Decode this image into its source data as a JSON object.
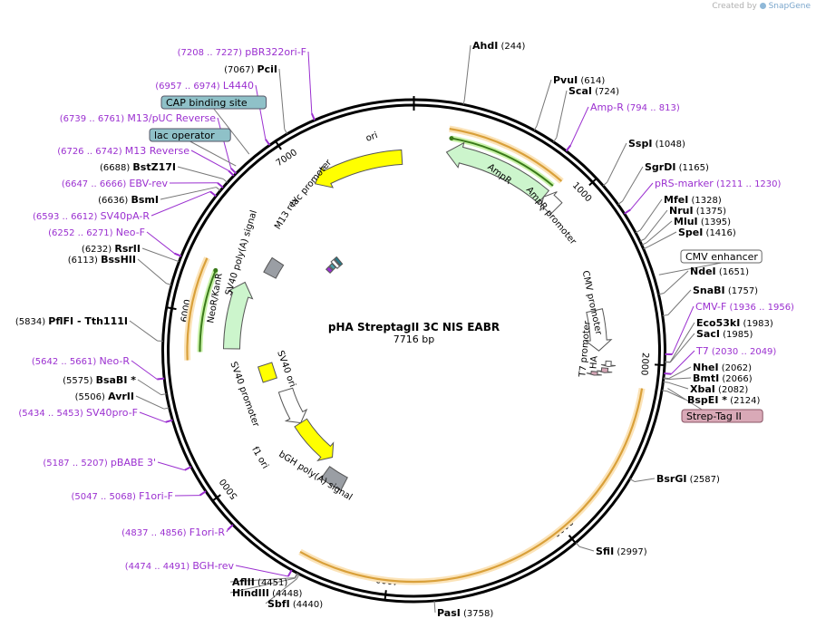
{
  "credit": "Created by",
  "brand": "SnapGene",
  "title": "pHA StreptagII 3C NIS EABR",
  "length": "7716 bp",
  "ticks": [
    "1000",
    "2000",
    "3000",
    "4000",
    "5000",
    "6000",
    "7000"
  ],
  "features": [
    {
      "id": "ori",
      "label": "ori",
      "color": "#ffff00"
    },
    {
      "id": "ampr",
      "label": "AmpR",
      "color": "#ccf5cc"
    },
    {
      "id": "ampr-promoter",
      "label": "AmpR promoter",
      "color": "#ffffff"
    },
    {
      "id": "cmv-enhancer",
      "label": "CMV enhancer"
    },
    {
      "id": "cmv-promoter",
      "label": "CMV promoter",
      "color": "#ffffff"
    },
    {
      "id": "t7-promoter",
      "label": "T7 promoter"
    },
    {
      "id": "ha",
      "label": "HA",
      "color": "#d4a5b5"
    },
    {
      "id": "strep-tag",
      "label": "Strep-Tag II",
      "color": "#d9a9b7"
    },
    {
      "id": "bgh-polya",
      "label": "bGH poly(A) signal",
      "color": "#9a9ea4"
    },
    {
      "id": "f1-ori",
      "label": "f1 ori",
      "color": "#ffff00"
    },
    {
      "id": "sv40-promoter",
      "label": "SV40 promoter",
      "color": "#ffffff"
    },
    {
      "id": "sv40-ori",
      "label": "SV40 ori",
      "color": "#ffff00"
    },
    {
      "id": "neor-kanr",
      "label": "NeoR/KanR",
      "color": "#ccf5cc"
    },
    {
      "id": "sv40-polya",
      "label": "SV40 poly(A) signal",
      "color": "#9a9ea4"
    },
    {
      "id": "m13-rev",
      "label": "M13 rev"
    },
    {
      "id": "lac-promoter",
      "label": "lac promoter"
    },
    {
      "id": "lac-operator",
      "label": "lac operator",
      "color": "#8fc1c8"
    },
    {
      "id": "cap-binding-site",
      "label": "CAP binding site",
      "color": "#8fc1c8"
    }
  ],
  "sites": [
    {
      "name": "AhdI",
      "pos": "(244)"
    },
    {
      "name": "PvuI",
      "pos": "(614)"
    },
    {
      "name": "ScaI",
      "pos": "(724)"
    },
    {
      "name": "SspI",
      "pos": "(1048)"
    },
    {
      "name": "SgrDI",
      "pos": "(1165)"
    },
    {
      "name": "MfeI",
      "pos": "(1328)"
    },
    {
      "name": "NruI",
      "pos": "(1375)"
    },
    {
      "name": "MluI",
      "pos": "(1395)"
    },
    {
      "name": "SpeI",
      "pos": "(1416)"
    },
    {
      "name": "NdeI",
      "pos": "(1651)"
    },
    {
      "name": "SnaBI",
      "pos": "(1757)"
    },
    {
      "name": "Eco53kI",
      "pos": "(1983)"
    },
    {
      "name": "SacI",
      "pos": "(1985)"
    },
    {
      "name": "NheI",
      "pos": "(2062)"
    },
    {
      "name": "BmtI",
      "pos": "(2066)"
    },
    {
      "name": "XbaI",
      "pos": "(2082)"
    },
    {
      "name": "BspEI *",
      "pos": "(2124)"
    },
    {
      "name": "BsrGI",
      "pos": "(2587)"
    },
    {
      "name": "SfiI",
      "pos": "(2997)"
    },
    {
      "name": "PasI",
      "pos": "(3758)"
    },
    {
      "name": "SbfI",
      "pos": "(4440)"
    },
    {
      "name": "HindIII",
      "pos": "(4448)"
    },
    {
      "name": "AflII",
      "pos": "(4451)"
    },
    {
      "name": "AvrII",
      "pos": "(5506)"
    },
    {
      "name": "BsaBI *",
      "pos": "(5575)"
    },
    {
      "name": "PflFI - Tth111I",
      "pos": "(5834)"
    },
    {
      "name": "BssHII",
      "pos": "(6113)"
    },
    {
      "name": "RsrII",
      "pos": "(6232)"
    },
    {
      "name": "BsmI",
      "pos": "(6636)"
    },
    {
      "name": "BstZ17I",
      "pos": "(6688)"
    },
    {
      "name": "PciI",
      "pos": "(7067)"
    }
  ],
  "primers": [
    {
      "name": "Amp-R",
      "range": "(794 .. 813)"
    },
    {
      "name": "pRS-marker",
      "range": "(1211 .. 1230)"
    },
    {
      "name": "CMV-F",
      "range": "(1936 .. 1956)"
    },
    {
      "name": "T7",
      "range": "(2030 .. 2049)"
    },
    {
      "name": "BGH-rev",
      "range": "(4474 .. 4491)"
    },
    {
      "name": "F1ori-R",
      "range": "(4837 .. 4856)"
    },
    {
      "name": "F1ori-F",
      "range": "(5047 .. 5068)"
    },
    {
      "name": "pBABE 3'",
      "range": "(5187 .. 5207)"
    },
    {
      "name": "SV40pro-F",
      "range": "(5434 .. 5453)"
    },
    {
      "name": "Neo-R",
      "range": "(5642 .. 5661)"
    },
    {
      "name": "Neo-F",
      "range": "(6252 .. 6271)"
    },
    {
      "name": "SV40pA-R",
      "range": "(6593 .. 6612)"
    },
    {
      "name": "EBV-rev",
      "range": "(6647 .. 6666)"
    },
    {
      "name": "M13 Reverse",
      "range": "(6726 .. 6742)"
    },
    {
      "name": "M13/pUC Reverse",
      "range": "(6739 .. 6761)"
    },
    {
      "name": "L4440",
      "range": "(6957 .. 6974)"
    },
    {
      "name": "pBR322ori-F",
      "range": "(7208 .. 7227)"
    }
  ],
  "colors": {
    "primer": "#9b30d0",
    "backbone": "#000000",
    "orf_outline": "#d9a03a",
    "orf_fill": "#fbe3b8"
  }
}
